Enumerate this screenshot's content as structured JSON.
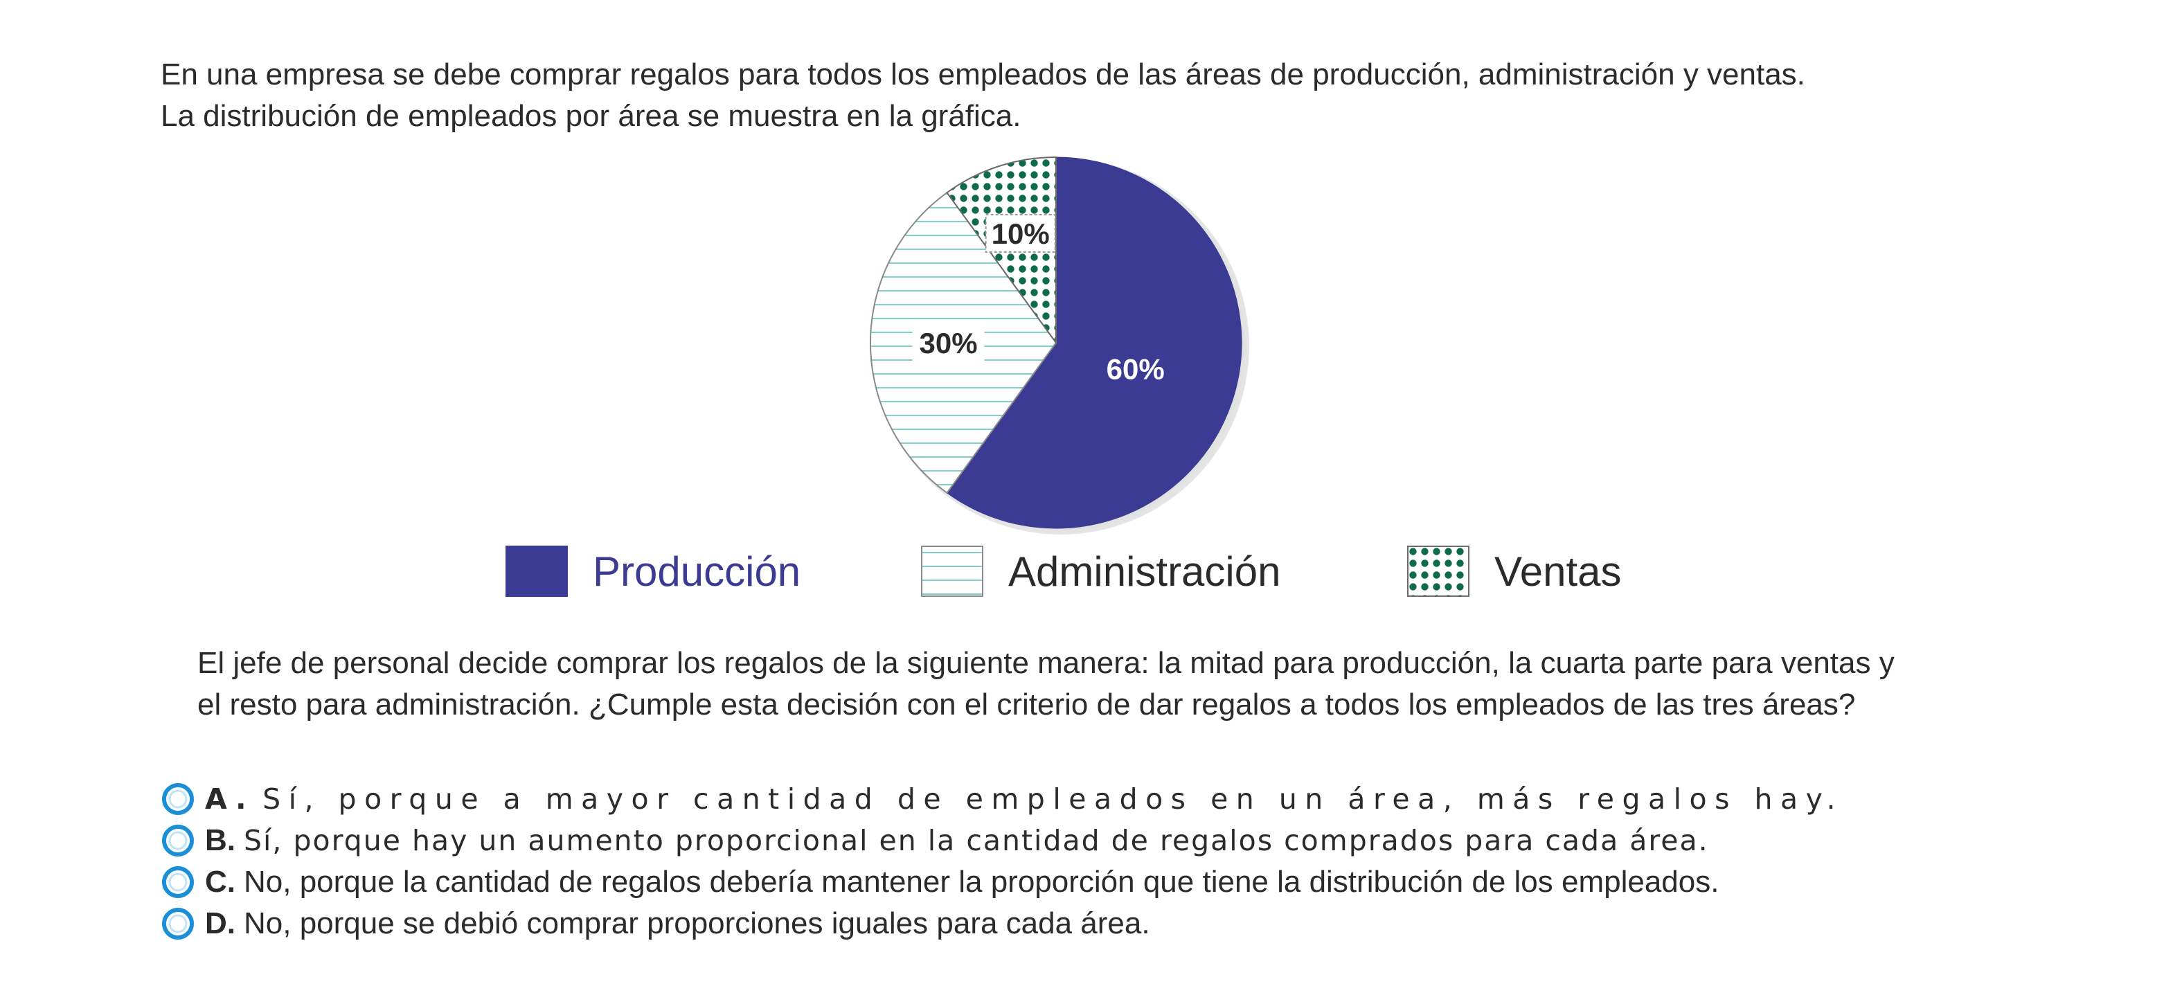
{
  "intro": {
    "line1": "En una empresa se  debe comprar regalos para todos los empleados de las áreas de producción, administración y ventas.",
    "line2": "La distribución de empleados por área se muestra en la gráfica."
  },
  "chart_data": {
    "type": "pie",
    "categories": [
      "Producción",
      "Administración",
      "Ventas"
    ],
    "values": [
      60,
      30,
      10
    ],
    "labels": [
      "60%",
      "30%",
      "10%"
    ],
    "colors": {
      "produccion": "#3b3b93",
      "administracion_lines": "#7fcfcf",
      "ventas_dots": "#0e6b4a",
      "label_dark": "#2b2b2b",
      "label_light": "#ffffff"
    },
    "fills": [
      "solid",
      "horizontal-lines",
      "dots"
    ],
    "legend": "bottom"
  },
  "legend": {
    "produccion": "Producción",
    "administracion": "Administración",
    "ventas": "Ventas"
  },
  "question": {
    "line1": "El jefe de personal decide comprar los regalos de la siguiente manera: la mitad para producción, la cuarta parte para ventas y",
    "line2": "el resto para administración. ¿Cumple esta decisión con el criterio de dar regalos a todos los empleados de las tres áreas?"
  },
  "options": [
    {
      "letter": "A.",
      "text": "Sí, porque a mayor cantidad de empleados en un área, más regalos hay."
    },
    {
      "letter": "B.",
      "text": "Sí, porque hay un aumento proporcional en la cantidad de regalos comprados para cada área."
    },
    {
      "letter": "C.",
      "text": "No, porque la cantidad de regalos debería mantener la proporción que tiene la distribución de los empleados."
    },
    {
      "letter": "D.",
      "text": "No, porque se debió comprar proporciones iguales para cada área."
    }
  ],
  "icons": {
    "radio": "radio-button-icon"
  }
}
